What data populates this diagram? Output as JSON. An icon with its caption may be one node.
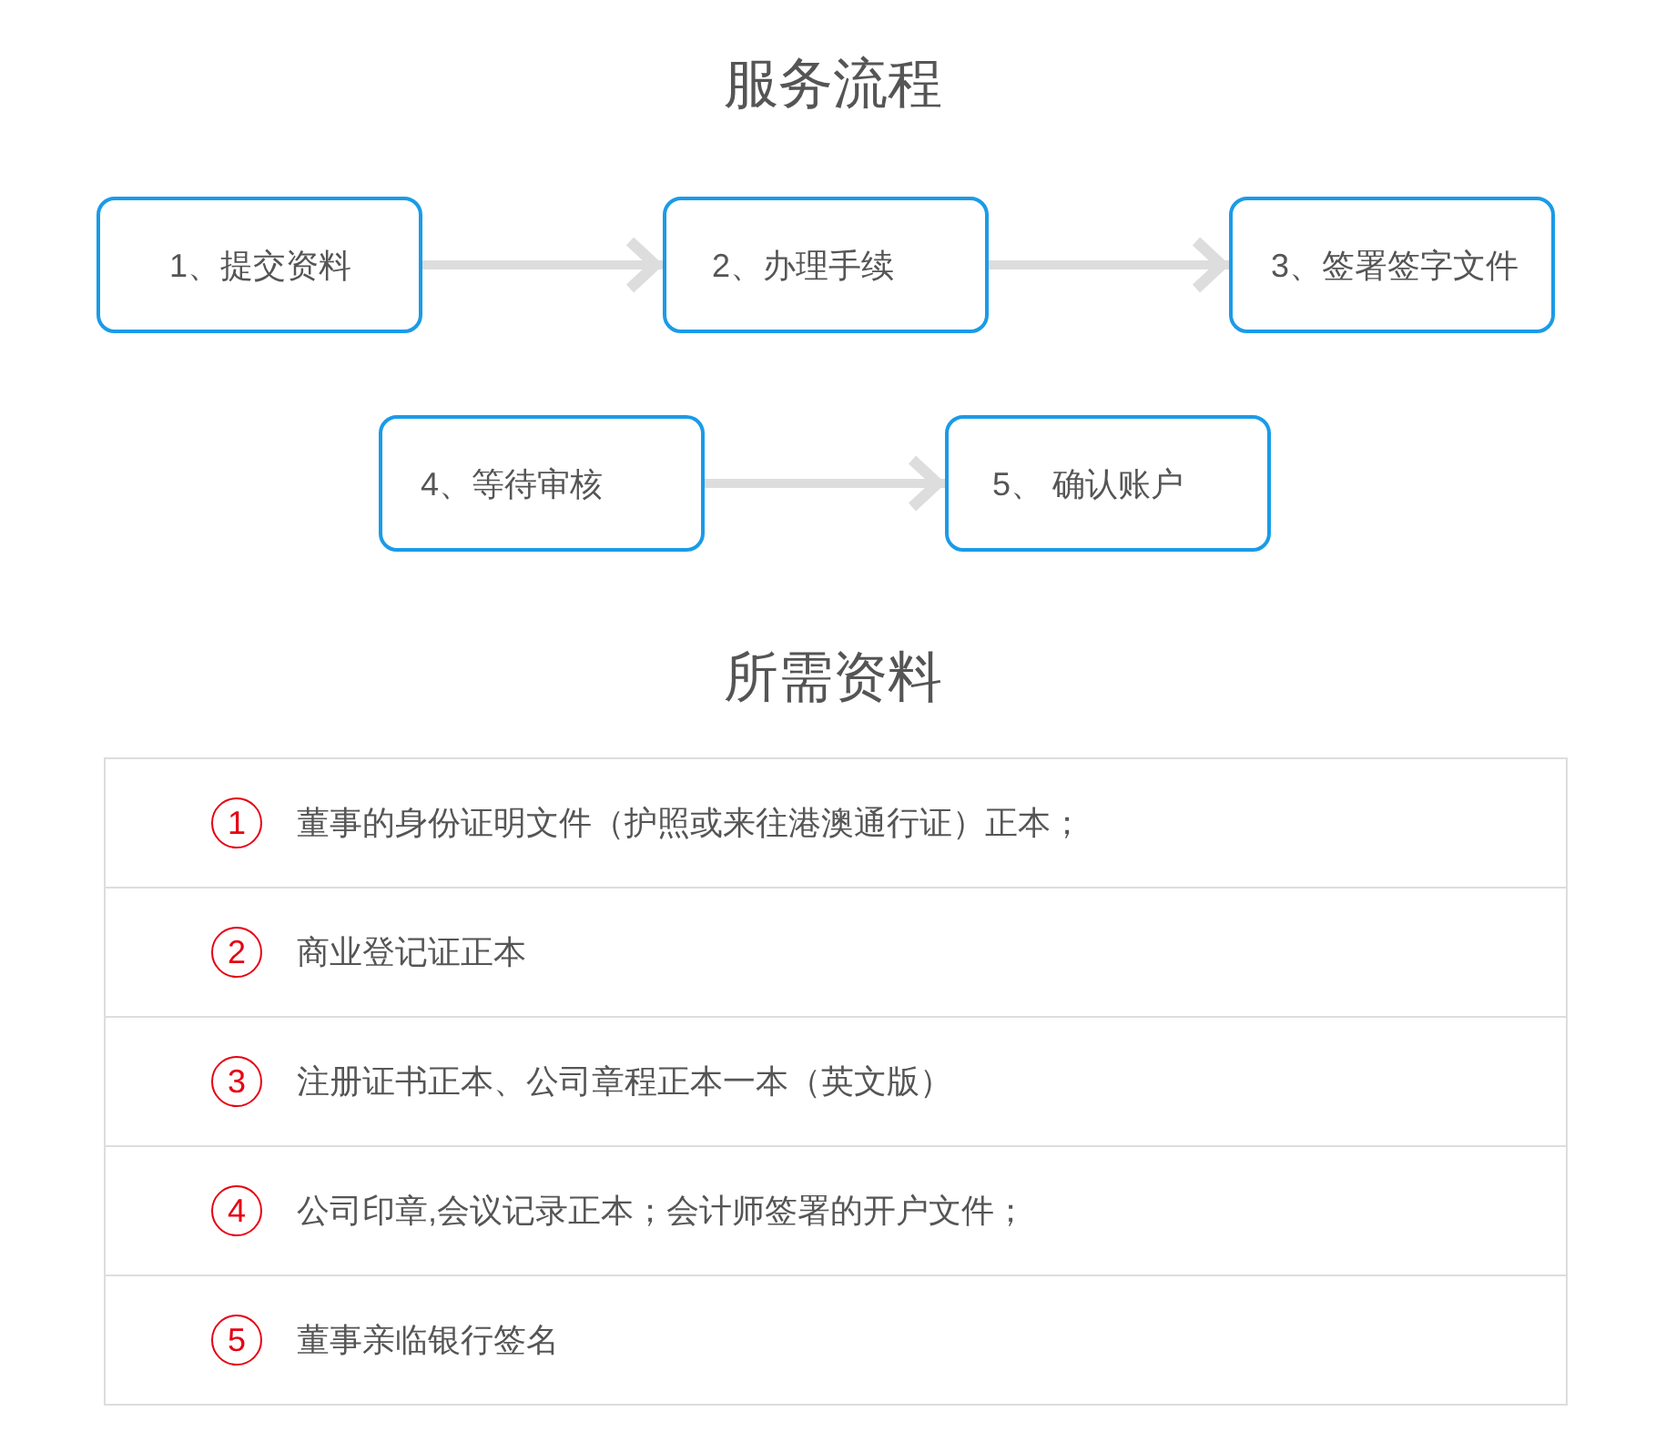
{
  "diagram": {
    "title": "服务流程",
    "nodes": [
      {
        "text": [
          "1、提交资料"
        ]
      },
      {
        "text": [
          "2、办理手续"
        ]
      },
      {
        "text": [
          "3、签署签字文件"
        ]
      },
      {
        "text": [
          "4、等待审核"
        ]
      },
      {
        "text": [
          "5、 确认账户"
        ]
      }
    ],
    "edges": [
      {
        "from": 0,
        "to": 1,
        "arrow": "to"
      },
      {
        "from": 1,
        "to": 2,
        "arrow": "to"
      },
      {
        "from": 3,
        "to": 4,
        "arrow": "to"
      }
    ],
    "labels": [
      "所需资料",
      "1",
      "董事的身份证明文件（护照或来往港澳通行证）正本；",
      "2",
      "商业登记证正本",
      "3",
      "注册证书正本、公司章程正本一本（英文版）",
      "4",
      "公司印章,会议记录正本；会计师签署的开户文件；",
      "5",
      "董事亲临银行签名"
    ]
  }
}
